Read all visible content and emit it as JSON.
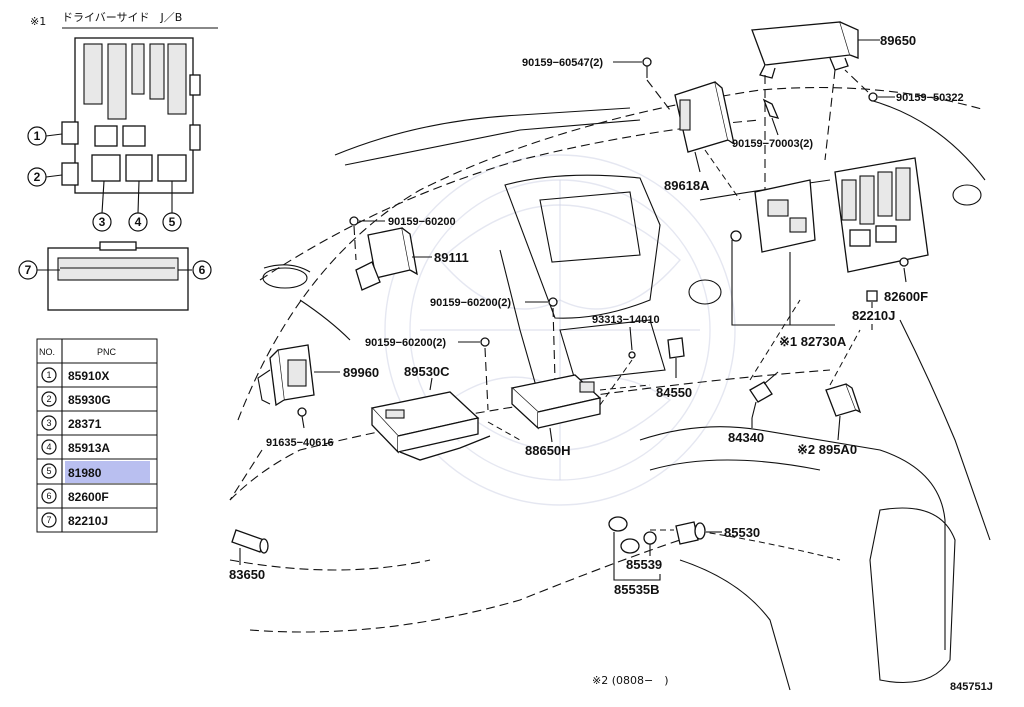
{
  "header": {
    "marker": "※1",
    "title": "ドライバーサイド　J／B"
  },
  "table": {
    "col_no": "NO.",
    "col_pnc": "PNC",
    "rows": [
      {
        "no": "1",
        "pnc": "85910X"
      },
      {
        "no": "2",
        "pnc": "85930G"
      },
      {
        "no": "3",
        "pnc": "28371"
      },
      {
        "no": "4",
        "pnc": "85913A"
      },
      {
        "no": "5",
        "pnc": "81980"
      },
      {
        "no": "6",
        "pnc": "82600F"
      },
      {
        "no": "7",
        "pnc": "82210J"
      }
    ],
    "highlight_color": "#b9bff0"
  },
  "callouts": {
    "c1": "1",
    "c2": "2",
    "c3": "3",
    "c4": "4",
    "c5": "5",
    "c6": "6",
    "c7": "7"
  },
  "parts": {
    "p89650": "89650",
    "p90159_60547": "90159−60547(2)",
    "p90159_50322": "90159−50322",
    "p90159_70003": "90159−70003(2)",
    "p89618A": "89618A",
    "p90159_60200": "90159−60200",
    "p89111": "89111",
    "p90159_60200_2a": "90159−60200(2)",
    "p90159_60200_2b": "90159−60200(2)",
    "p93313_14010": "93313−14010",
    "p82600F": "82600F",
    "p82210J": "82210J",
    "p82730A": "※1 82730A",
    "p89960": "89960",
    "p89530C": "89530C",
    "p84550": "84550",
    "p91635_40616": "91635−40616",
    "p88650H": "88650H",
    "p84340": "84340",
    "p895A0": "※2 895A0",
    "p85530": "85530",
    "p85539": "85539",
    "p85535B": "85535B",
    "p83650": "83650"
  },
  "footer": {
    "note": "※2 (0808−　)",
    "diagram_id": "845751J"
  }
}
